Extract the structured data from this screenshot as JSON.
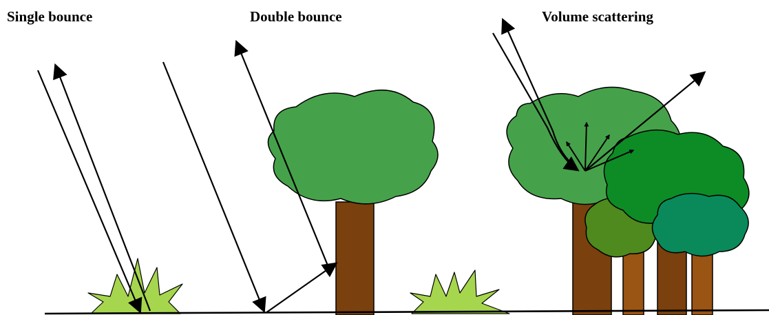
{
  "panels": [
    {
      "id": "single",
      "title": "Single bounce"
    },
    {
      "id": "double",
      "title": "Double bounce"
    },
    {
      "id": "volume",
      "title": "Volume scattering"
    }
  ],
  "colors": {
    "background": "#ffffff",
    "stroke": "#000000",
    "canopy_green": "#46a24a",
    "canopy_dark_green": "#0d8c26",
    "canopy_olive": "#4e8a1e",
    "canopy_teal": "#0a8a5a",
    "trunk_brown": "#7a400d",
    "trunk_orange": "#9a5414",
    "grass": "#a6d64e"
  },
  "icons": {
    "vegetation": [
      "grass-tuft-icon",
      "tree-icon",
      "tree-cluster-icon"
    ],
    "signal": "arrow-icon"
  }
}
